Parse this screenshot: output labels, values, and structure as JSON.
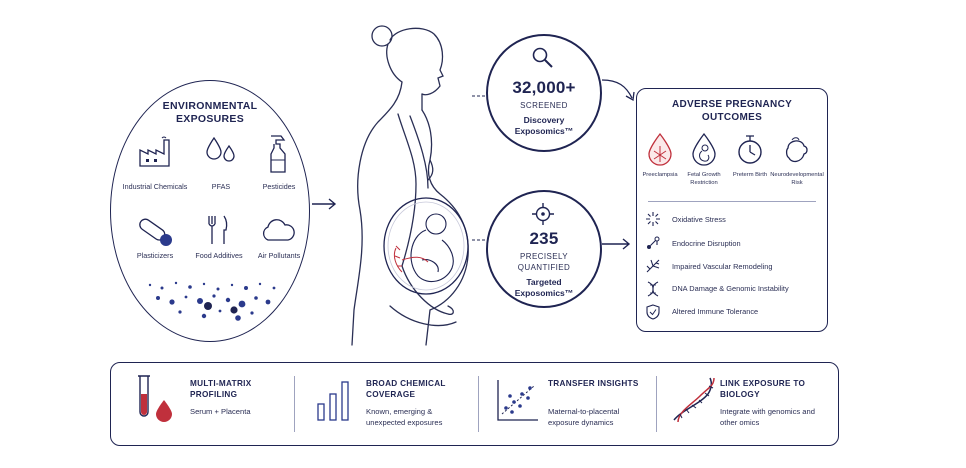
{
  "environmental_exposures": {
    "title": "ENVIRONMENTAL EXPOSURES",
    "items": [
      {
        "label": "Industrial Chemicals",
        "icon": "factory-icon"
      },
      {
        "label": "PFAS",
        "icon": "droplets-icon"
      },
      {
        "label": "Pesticides",
        "icon": "spray-bottle-icon"
      },
      {
        "label": "Plasticizers",
        "icon": "capsule-icon"
      },
      {
        "label": "Food Additives",
        "icon": "fork-knife-icon"
      },
      {
        "label": "Air Pollutants",
        "icon": "cloud-icon"
      }
    ]
  },
  "discovery": {
    "number": "32,000+",
    "sub": "SCREENED",
    "name": "Discovery Exposomics™",
    "icon": "magnifier-icon"
  },
  "targeted": {
    "number": "235",
    "sub": "PRECISELY QUANTIFIED",
    "name": "Targeted Exposomics™",
    "icon": "crosshair-icon"
  },
  "adverse": {
    "title": "ADVERSE PREGNANCY OUTCOMES",
    "outcomes": [
      {
        "label": "Preeclampsia",
        "icon": "blood-drop-icon"
      },
      {
        "label": "Fetal Growth Restriction",
        "icon": "fetus-drop-icon"
      },
      {
        "label": "Preterm Birth",
        "icon": "stopwatch-icon"
      },
      {
        "label": "Neurodevelopmental Risk",
        "icon": "baby-head-icon"
      }
    ],
    "mechanisms": [
      {
        "label": "Oxidative Stress",
        "icon": "burst-icon"
      },
      {
        "label": "Endocrine Disruption",
        "icon": "molecule-icon"
      },
      {
        "label": "Impaired Vascular Remodeling",
        "icon": "vessel-icon"
      },
      {
        "label": "DNA Damage & Genomic Instability",
        "icon": "dna-icon"
      },
      {
        "label": "Altered Immune Tolerance",
        "icon": "shield-icon"
      }
    ]
  },
  "features": [
    {
      "title": "MULTI-MATRIX PROFILING",
      "desc": "Serum + Placenta",
      "icon": "test-tube-drop-icon"
    },
    {
      "title": "BROAD CHEMICAL COVERAGE",
      "desc": "Known, emerging & unexpected exposures",
      "icon": "bar-chart-icon"
    },
    {
      "title": "TRANSFER INSIGHTS",
      "desc": "Maternal-to-placental exposure dynamics",
      "icon": "scatter-plot-icon"
    },
    {
      "title": "LINK EXPOSURE TO BIOLOGY",
      "desc": "Integrate with genomics and other omics",
      "icon": "dna-helix-icon"
    }
  ],
  "colors": {
    "navy": "#1f2452",
    "accent_red": "#c0303c",
    "accent_blue": "#2b3a8c",
    "gray": "#9fa3bf"
  }
}
